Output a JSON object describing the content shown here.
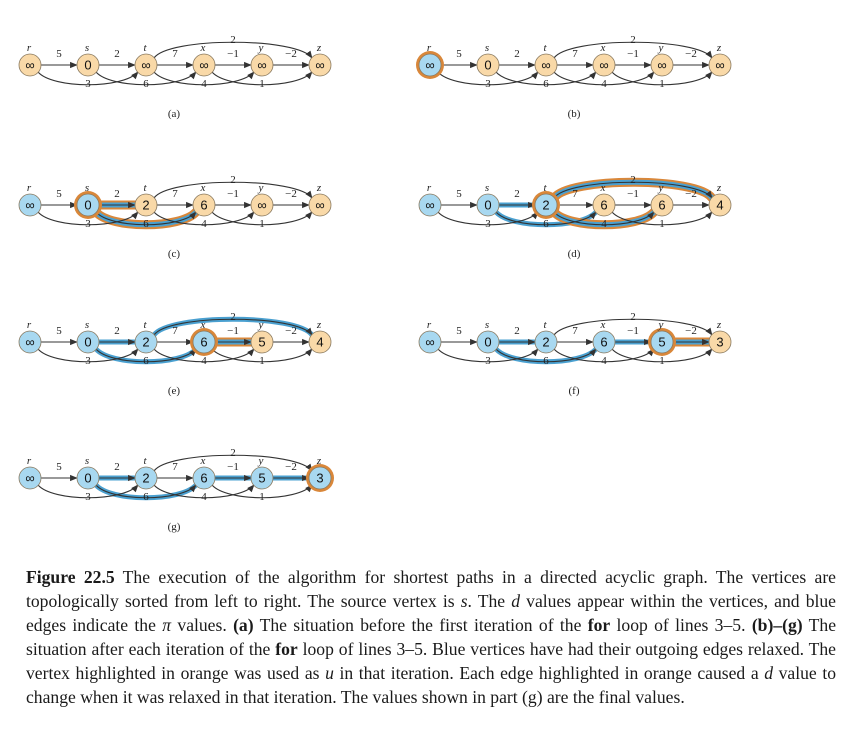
{
  "vertex_labels": [
    "r",
    "s",
    "t",
    "x",
    "y",
    "z"
  ],
  "edges": [
    {
      "from": "r",
      "to": "s",
      "weight": "5"
    },
    {
      "from": "r",
      "to": "t",
      "weight": "3"
    },
    {
      "from": "s",
      "to": "t",
      "weight": "2"
    },
    {
      "from": "s",
      "to": "x",
      "weight": "6"
    },
    {
      "from": "t",
      "to": "x",
      "weight": "7"
    },
    {
      "from": "t",
      "to": "y",
      "weight": "4"
    },
    {
      "from": "t",
      "to": "z",
      "weight": "2"
    },
    {
      "from": "x",
      "to": "y",
      "weight": "−1"
    },
    {
      "from": "x",
      "to": "z",
      "weight": "1"
    },
    {
      "from": "y",
      "to": "z",
      "weight": "−2"
    }
  ],
  "panels": [
    {
      "label": "(a)",
      "d": [
        "∞",
        "0",
        "∞",
        "∞",
        "∞",
        "∞"
      ],
      "blue_vertices": [],
      "orange_vertex": null,
      "blue_edges": [],
      "orange_edges": []
    },
    {
      "label": "(b)",
      "d": [
        "∞",
        "0",
        "∞",
        "∞",
        "∞",
        "∞"
      ],
      "blue_vertices": [
        "r"
      ],
      "orange_vertex": "r",
      "blue_edges": [],
      "orange_edges": []
    },
    {
      "label": "(c)",
      "d": [
        "∞",
        "0",
        "2",
        "6",
        "∞",
        "∞"
      ],
      "blue_vertices": [
        "r",
        "s"
      ],
      "orange_vertex": "s",
      "blue_edges": [
        "s-t",
        "s-x"
      ],
      "orange_edges": [
        "s-t",
        "s-x"
      ]
    },
    {
      "label": "(d)",
      "d": [
        "∞",
        "0",
        "2",
        "6",
        "6",
        "4"
      ],
      "blue_vertices": [
        "r",
        "s",
        "t"
      ],
      "orange_vertex": "t",
      "blue_edges": [
        "s-t",
        "s-x",
        "t-y",
        "t-z"
      ],
      "orange_edges": [
        "t-y",
        "t-z"
      ]
    },
    {
      "label": "(e)",
      "d": [
        "∞",
        "0",
        "2",
        "6",
        "5",
        "4"
      ],
      "blue_vertices": [
        "r",
        "s",
        "t",
        "x"
      ],
      "orange_vertex": "x",
      "blue_edges": [
        "s-t",
        "s-x",
        "x-y",
        "t-z"
      ],
      "orange_edges": [
        "x-y"
      ]
    },
    {
      "label": "(f)",
      "d": [
        "∞",
        "0",
        "2",
        "6",
        "5",
        "3"
      ],
      "blue_vertices": [
        "r",
        "s",
        "t",
        "x",
        "y"
      ],
      "orange_vertex": "y",
      "blue_edges": [
        "s-t",
        "s-x",
        "x-y",
        "y-z"
      ],
      "orange_edges": [
        "y-z"
      ]
    },
    {
      "label": "(g)",
      "d": [
        "∞",
        "0",
        "2",
        "6",
        "5",
        "3"
      ],
      "blue_vertices": [
        "r",
        "s",
        "t",
        "x",
        "y",
        "z"
      ],
      "orange_vertex": "z",
      "blue_edges": [
        "s-t",
        "s-x",
        "x-y",
        "y-z"
      ],
      "orange_edges": []
    }
  ],
  "colors": {
    "vertex_fill": "#f9d9a8",
    "vertex_blue": "#a8d8f0",
    "highlight_orange": "#d9873a",
    "highlight_blue": "#4aa0d0",
    "edge": "#333333"
  },
  "caption": {
    "figure_label": "Figure 22.5",
    "s1": " The execution of the algorithm for shortest paths in a directed acyclic graph. The vertices are topologically sorted from left to right. The source vertex is ",
    "s_var": "s",
    "s2": ". The ",
    "d_var": "d",
    "s3": " values appear within the vertices, and blue edges indicate the ",
    "pi_var": "π",
    "s4": " values. ",
    "a_label": "(a)",
    "s5": " The situation before the first iteration of the ",
    "for_kw1": "for",
    "s6": " loop of lines 3–5. ",
    "bg_label": "(b)–(g)",
    "s7": " The situation after each iteration of the ",
    "for_kw2": "for",
    "s8": " loop of lines 3–5. Blue vertices have had their outgoing edges relaxed. The vertex highlighted in orange was used as ",
    "u_var": "u",
    "s9": " in that iteration. Each edge highlighted in orange caused a ",
    "d_var2": "d",
    "s10": " value to change when it was relaxed in that iteration. The values shown in part (g) are the final values."
  }
}
